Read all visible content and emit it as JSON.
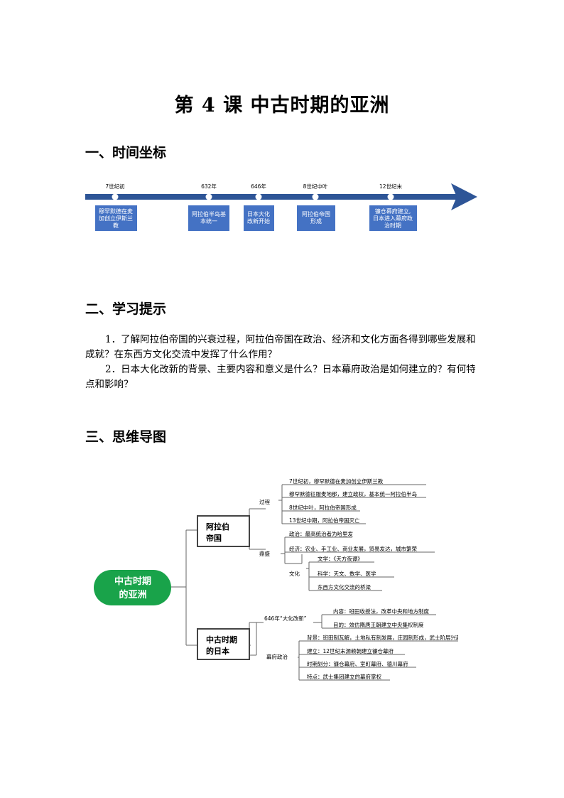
{
  "title": "第 4 课  中古时期的亚洲",
  "sections": {
    "s1": "一、时间坐标",
    "s2": "二、学习提示",
    "s3": "三、思维导图"
  },
  "timeline": {
    "events": [
      {
        "date": "7世纪初",
        "lines": [
          "穆罕默德在麦",
          "加创立伊斯兰",
          "教"
        ]
      },
      {
        "date": "632年",
        "lines": [
          "阿拉伯半岛基",
          "本统一"
        ]
      },
      {
        "date": "646年",
        "lines": [
          "日本大化",
          "改新开始"
        ]
      },
      {
        "date": "8世纪中叶",
        "lines": [
          "阿拉伯帝国",
          "形成"
        ]
      },
      {
        "date": "12世纪末",
        "lines": [
          "镰仓幕府建立,",
          "日本进入幕府政",
          "治时期"
        ]
      }
    ]
  },
  "tips": {
    "p1": "1．了解阿拉伯帝国的兴衰过程，阿拉伯帝国在政治、经济和文化方面各得到哪些发展和成就？在东西方文化交流中发挥了什么作用？",
    "p2": "2．日本大化改新的背景、主要内容和意义是什么？日本幕府政治是如何建立的？有何特点和影响？"
  },
  "mindmap": {
    "root": [
      "中古时期",
      "的亚洲"
    ],
    "arab": {
      "title": [
        "阿拉伯",
        "帝国"
      ],
      "process_label": "过程",
      "process": [
        "7世纪初，穆罕默德在麦加创立伊斯兰教",
        "穆罕默德征服麦地那，建立政权，基本统一阿拉伯半岛",
        "8世纪中叶，阿拉伯帝国形成",
        "13世纪中期，阿拉伯帝国灭亡"
      ],
      "peak_label": "鼎盛",
      "politics": "政治：最高统治者为哈里发",
      "economy": "经济：农业、手工业、商业发展，贸易发达，城市繁荣",
      "culture_label": "文化",
      "culture": [
        "文学：《天方夜谭》",
        "科学：天文、数学、医学",
        "东西方文化交流的桥梁"
      ]
    },
    "japan": {
      "title": [
        "中古时期",
        "的日本"
      ],
      "taika_label": "646年“大化改新”",
      "taika": [
        "内容：班田收授法，改革中央和地方制度",
        "目的：效仿隋唐王朝建立中央集权制度"
      ],
      "bakufu_label": "幕府政治",
      "bakufu": [
        "背景：班田制瓦解，土地私有制发展，庄园制形成，武士阶层兴起",
        "建立：12世纪末源赖朝建立镰仓幕府",
        "时期划分：镰仓幕府、室町幕府、德川幕府",
        "特点：武士集团建立的幕府掌权"
      ]
    }
  }
}
